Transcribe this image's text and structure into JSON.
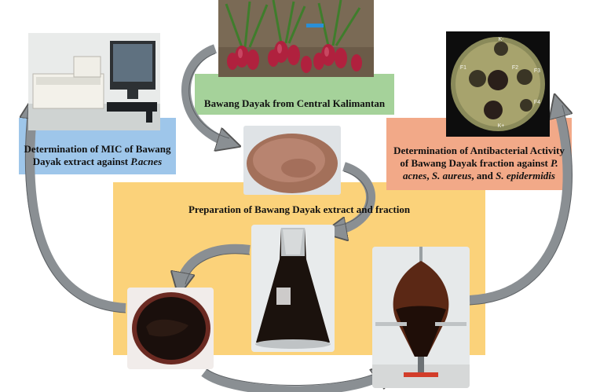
{
  "colors": {
    "orange_box": "#fbd27a",
    "green_box": "#a5d29a",
    "blue_box": "#9ec6ea",
    "salmon_box": "#f2a988",
    "arrow": "#8a8f93"
  },
  "labels": {
    "source": "Bawang Dayak from Central Kalimantan",
    "preparation": "Preparation of Bawang Dayak extract and fraction",
    "mic_line1": "Determination of MIC of Bawang",
    "mic_line2_prefix": "Dayak extract against ",
    "mic_line2_species": "P.acnes",
    "antibacterial_line1": "Determination of Antibacterial Activity",
    "antibacterial_line2_prefix": "of Bawang Dayak fraction against ",
    "antibacterial_line2_species": "P.",
    "antibacterial_line3_species_a": "acnes",
    "antibacterial_line3_sep_a": ", ",
    "antibacterial_line3_species_b": "S. aureus",
    "antibacterial_line3_sep_b": ", and ",
    "antibacterial_line3_species_c": "S. epidermidis"
  },
  "petri_labels": [
    "K-",
    "F1",
    "F2",
    "F3",
    "K+",
    "F4"
  ],
  "icons": {
    "onion_photo": "bawang-dayak-bulbs-image",
    "powder_photo": "simplicia-powder-image",
    "flask_photo": "erlenmeyer-flask-image",
    "extract_photo": "thick-extract-bowl-image",
    "funnel_photo": "separatory-funnel-image",
    "spectro_photo": "spectrophotometer-image",
    "petri_photo": "petri-dish-inhibition-zone-image"
  }
}
